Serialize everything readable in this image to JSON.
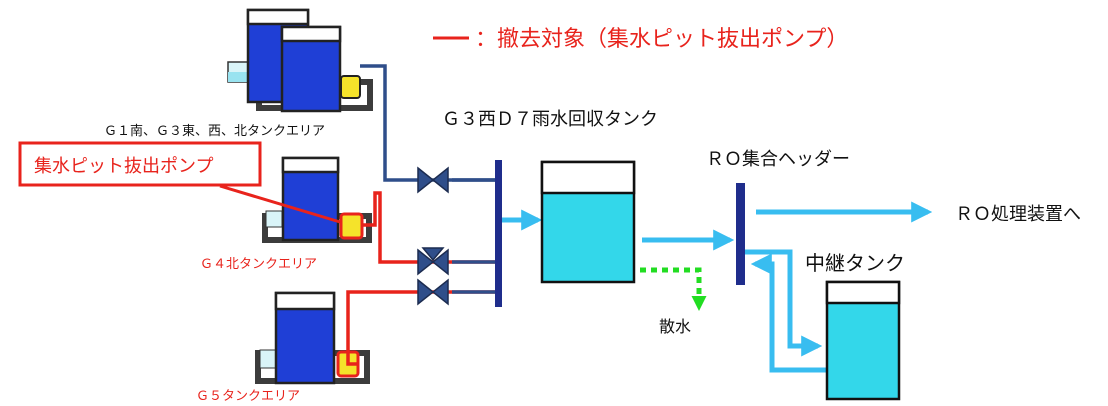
{
  "legend": {
    "text": "：撤去対象（集水ピット抜出ポンプ）",
    "line_color": "#e8231c"
  },
  "labels": {
    "area_g1": "Ｇ１南、Ｇ３東、西、北タンクエリア",
    "pump_callout": "集水ピット抜出ポンプ",
    "area_g4": "Ｇ４北タンクエリア",
    "area_g5": "Ｇ５タンクエリア",
    "rain_tank": "Ｇ３西Ｄ７雨水回収タンク",
    "ro_header": "ＲＯ集合ヘッダー",
    "ro_device": "ＲＯ処理装置へ",
    "relay_tank": "中継タンク",
    "sprinkle": "散水"
  },
  "colors": {
    "water_blue": "#1f3fd6",
    "water_cyan": "#33d7ea",
    "pipe_navy": "#2f4e8a",
    "pipe_red": "#e8231c",
    "arrow_cyan": "#38bdf0",
    "sprinkle_green": "#22dd22",
    "pump_yellow": "#f5e32a",
    "base_gray": "#3c3c3c"
  }
}
